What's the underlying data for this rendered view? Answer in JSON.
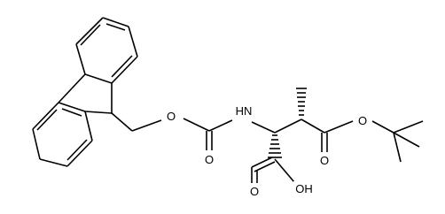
{
  "structure": {
    "labels": {
      "ring_oxygen_ester": "O",
      "amide_nh": "HN",
      "carbamate_carbonyl_o": "O",
      "ester_oxygen": "O",
      "ester_carbonyl_o": "O",
      "acid_carbonyl_o": "O",
      "acid_oh": "OH"
    },
    "stereo": {
      "alpha_bond": "hashed-wedge",
      "beta_bond": "hashed-wedge"
    },
    "colors": {
      "bond": "#000000",
      "background": "#ffffff"
    }
  }
}
